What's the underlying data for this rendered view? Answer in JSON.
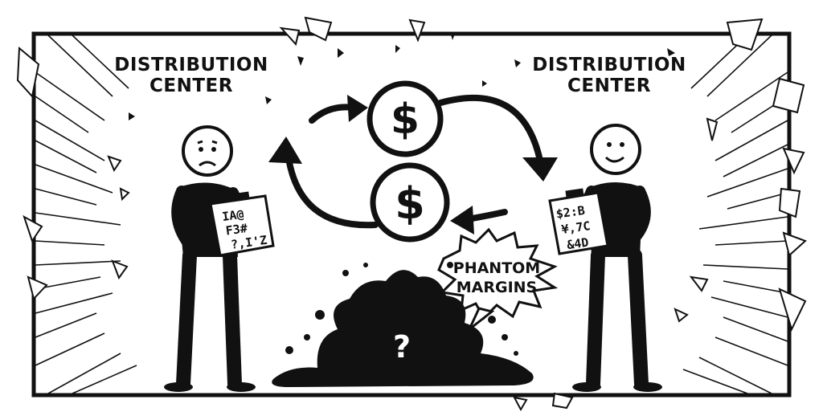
{
  "left_title": {
    "line1": "DISTRIBUTION",
    "line2": "CENTER"
  },
  "right_title": {
    "line1": "DISTRIBUTION",
    "line2": "CENTER"
  },
  "coin_top_symbol": "$",
  "coin_bottom_symbol": "$",
  "callout": {
    "line1": "PHANTOM",
    "line2": "MARGINS"
  },
  "hole_symbol": "?",
  "left_clipboard": [
    "IA@",
    "F3#",
    "?,I'Z"
  ],
  "right_clipboard": [
    "$2:B",
    "¥,7C",
    "&4D"
  ],
  "colors": {
    "ink": "#111111",
    "paper": "#ffffff"
  }
}
